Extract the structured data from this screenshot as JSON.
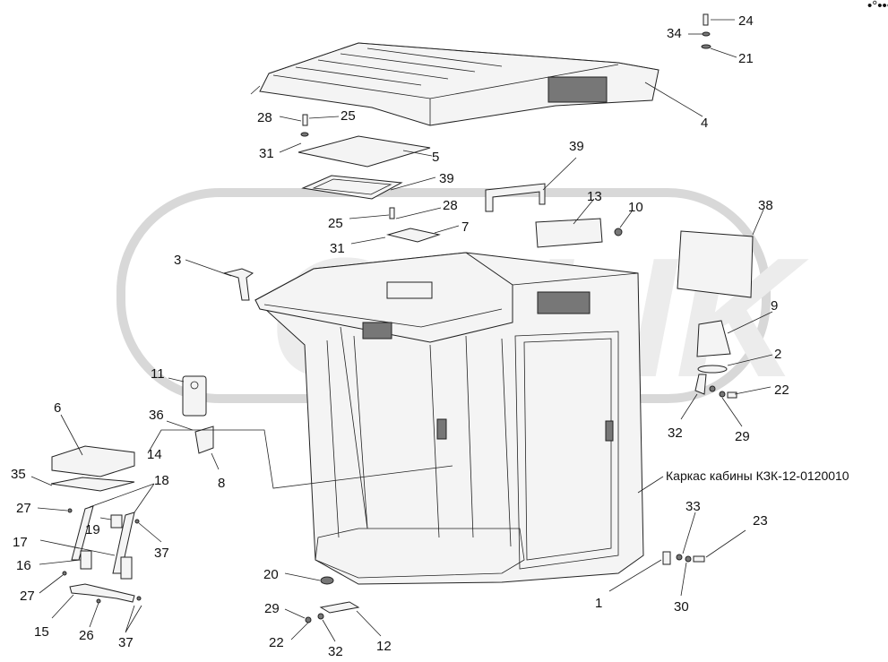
{
  "caption": "Каркас кабины КЗК-12-0120010",
  "watermark_text": "OBLIK",
  "corner_mark": "•°•••",
  "labels": {
    "l1": "1",
    "l2": "2",
    "l3": "3",
    "l4": "4",
    "l5": "5",
    "l6": "6",
    "l7": "7",
    "l8": "8",
    "l9": "9",
    "l10": "10",
    "l11": "11",
    "l12": "12",
    "l13": "13",
    "l14": "14",
    "l15": "15",
    "l16": "16",
    "l17": "17",
    "l18": "18",
    "l19": "19",
    "l20": "20",
    "l21": "21",
    "l22a": "22",
    "l22b": "22",
    "l23": "23",
    "l24": "24",
    "l25a": "25",
    "l25b": "25",
    "l26": "26",
    "l27a": "27",
    "l27b": "27",
    "l28a": "28",
    "l28b": "28",
    "l29a": "29",
    "l29b": "29",
    "l30": "30",
    "l31a": "31",
    "l31b": "31",
    "l32a": "32",
    "l32b": "32",
    "l33": "33",
    "l34": "34",
    "l35": "35",
    "l36": "36",
    "l37a": "37",
    "l37b": "37",
    "l38": "38",
    "l39a": "39",
    "l39b": "39"
  }
}
